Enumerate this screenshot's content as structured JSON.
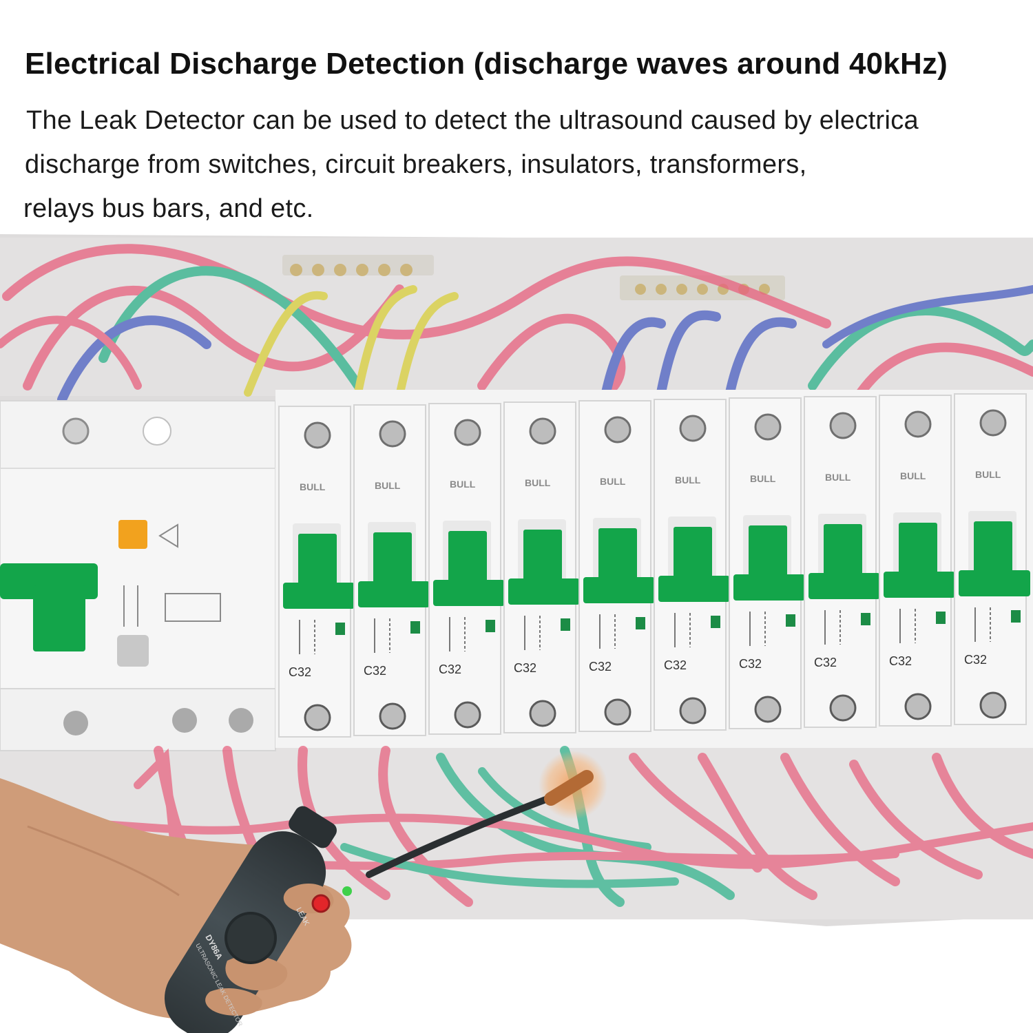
{
  "heading": "Electrical Discharge Detection (discharge waves around 40kHz)",
  "description": {
    "line1": "The Leak Detector can be used to detect the ultrasound caused by electrica",
    "line2": "discharge from switches,  circuit breakers, insulators, transformers,",
    "line3": "relays bus bars, and etc."
  },
  "breakers": {
    "brand": "BULL",
    "ratings": [
      "C32",
      "C32",
      "C32",
      "C32",
      "C32",
      "C32",
      "C32",
      "C32",
      "C32",
      "C32"
    ]
  },
  "detector": {
    "model": "DY86A",
    "name": "ULTRASONIC LEAK DETECTOR",
    "led_label": "LEAK"
  },
  "colors": {
    "breaker_green": "#13a54a",
    "wire_red": "#e8607e",
    "wire_green": "#2db28a",
    "wire_blue": "#4a5fc2",
    "wire_yellow": "#d9cf3a",
    "detector_body": "#3c4549",
    "led_red": "#e2262a",
    "led_green": "#3ed04a",
    "probe_glow": "#f39a52"
  }
}
